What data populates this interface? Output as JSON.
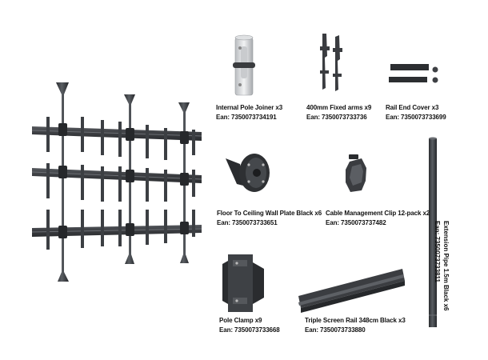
{
  "parts": [
    {
      "id": "internal-pole-joiner",
      "name": "Internal Pole Joiner x3",
      "ean": "Ean: 7350073734191"
    },
    {
      "id": "fixed-arms",
      "name": "400mm Fixed arms x9",
      "ean": "Ean: 7350073733736"
    },
    {
      "id": "rail-end-cover",
      "name": "Rail End Cover x3",
      "ean": "Ean: 7350073733699"
    },
    {
      "id": "wall-plate",
      "name": "Floor To Ceiling Wall Plate Black x6",
      "ean": "Ean: 7350073733651"
    },
    {
      "id": "cable-clip",
      "name": "Cable Management Clip 12-pack x2",
      "ean": "Ean: 7350073737482"
    },
    {
      "id": "extension-pipe",
      "name": "Extension Pipe 1.5m Black x6",
      "ean": "Ean: 7350073733811"
    },
    {
      "id": "pole-clamp",
      "name": "Pole Clamp x9",
      "ean": "Ean: 7350073733668"
    },
    {
      "id": "screen-rail",
      "name": "Triple Screen Rail 348cm Black x3",
      "ean": "Ean: 7350073733880"
    }
  ],
  "colors": {
    "metal_dark": "#2e3033",
    "metal_mid": "#4a4d52",
    "metal_light": "#8a8e94",
    "text": "#111111"
  }
}
